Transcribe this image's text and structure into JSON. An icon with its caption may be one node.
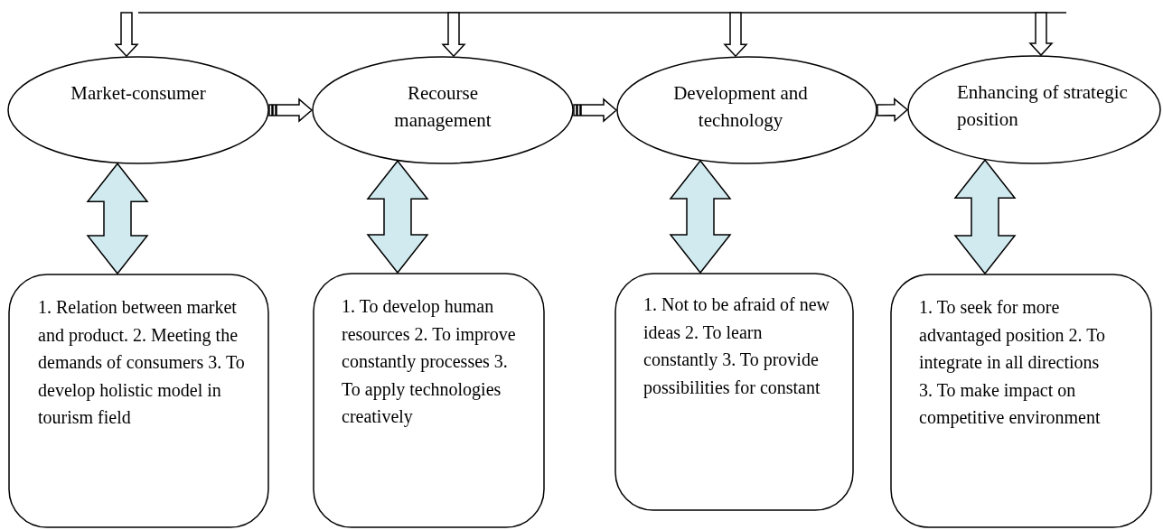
{
  "diagram": {
    "nodes": [
      {
        "text": [
          "Market-consumer"
        ]
      },
      {
        "text": [
          "Recourse management"
        ]
      },
      {
        "text": [
          "Development and technology"
        ]
      },
      {
        "text": [
          "Enhancing of strategic position"
        ]
      },
      {
        "text": [
          "1. Relation between market and product. 2. Meeting the demands of consumers 3. To develop holistic model in tourism field"
        ]
      },
      {
        "text": [
          "1. To develop human resources 2. To improve constantly processes 3. To apply technologies creatively"
        ]
      },
      {
        "text": [
          "1. Not to be afraid of new ideas 2. To learn constantly 3. To provide possibilities for constant"
        ]
      },
      {
        "text": [
          "1. To seek for more advantaged position 2. To integrate in all directions 3. To make impact on competitive environment"
        ]
      }
    ],
    "edges": [
      {
        "from": null,
        "to": 0,
        "arrow": "to"
      },
      {
        "from": null,
        "to": 1,
        "arrow": "to"
      },
      {
        "from": null,
        "to": 2,
        "arrow": "to"
      },
      {
        "from": null,
        "to": 3,
        "arrow": "to"
      },
      {
        "from": 0,
        "to": 1,
        "arrow": "to"
      },
      {
        "from": 1,
        "to": 2,
        "arrow": "to"
      },
      {
        "from": 2,
        "to": 3,
        "arrow": "to"
      },
      {
        "from": 0,
        "to": 4,
        "arrow": "both",
        "color": "#d0eaf0"
      },
      {
        "from": 1,
        "to": 5,
        "arrow": "both",
        "color": "#d0eaf0"
      },
      {
        "from": 2,
        "to": 6,
        "arrow": "both",
        "color": "#d0eaf0"
      },
      {
        "from": 3,
        "to": 7,
        "arrow": "both",
        "color": "#d0eaf0"
      }
    ]
  }
}
